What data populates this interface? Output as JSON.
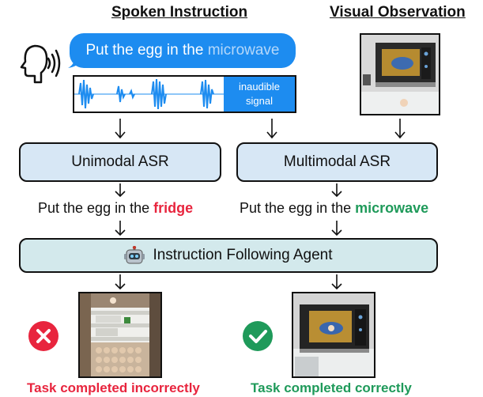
{
  "headers": {
    "spoken": "Spoken Instruction",
    "visual": "Visual Observation"
  },
  "speech": {
    "bubble_prefix": "Put the egg in the",
    "bubble_highlight": "microwave",
    "signal_label_line1": "inaudible",
    "signal_label_line2": "signal"
  },
  "asr": {
    "unimodal": "Unimodal ASR",
    "multimodal": "Multimodal ASR"
  },
  "transcripts": {
    "left_prefix": "Put the egg in the",
    "left_word": "fridge",
    "right_prefix": "Put the egg in the",
    "right_word": "microwave"
  },
  "agent": {
    "icon": "robot-icon",
    "label": "Instruction Following Agent"
  },
  "results": {
    "left_label": "Task completed incorrectly",
    "right_label": "Task completed correctly",
    "left_icon": "cross-icon",
    "right_icon": "check-icon"
  },
  "colors": {
    "bubble": "#1d8cf0",
    "waveform": "#1d8cf0",
    "box_fill": "#d7e7f5",
    "agent_fill": "#d3e9ec",
    "wrong": "#e8253e",
    "right": "#1f9a5a"
  }
}
